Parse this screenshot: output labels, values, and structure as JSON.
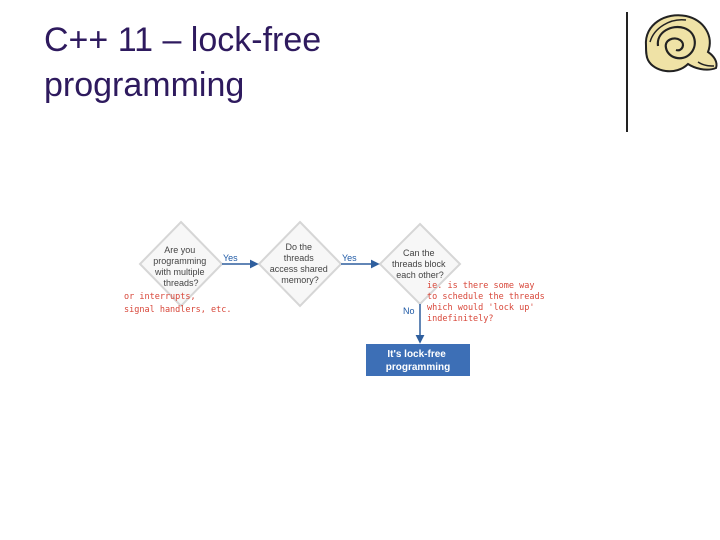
{
  "slide": {
    "title_line1": "C++ 11 – lock-free",
    "title_line2": "programming"
  },
  "logo": {
    "icon": "snail-shell-icon"
  },
  "flowchart": {
    "node1": {
      "lines": [
        "Are you",
        "programming",
        "with multiple",
        "threads?"
      ]
    },
    "node2": {
      "lines": [
        "Do the",
        "threads",
        "access shared",
        "memory?"
      ]
    },
    "node3": {
      "lines": [
        "Can the",
        "threads block",
        "each other?"
      ]
    },
    "edge1_label": "Yes",
    "edge2_label": "Yes",
    "edge3_label": "No",
    "result": {
      "lines": [
        "It's lock-free",
        "programming"
      ]
    },
    "note_left": [
      "or interrupts,",
      "signal handlers, etc."
    ],
    "note_right": [
      "ie. is there some way",
      "to schedule the threads",
      "which would 'lock up'",
      "indefinitely?"
    ]
  },
  "colors": {
    "title": "#2e1a5e",
    "diamond_fill": "#f7f7f7",
    "diamond_stroke": "#d6d6d6",
    "arrow": "#2f5f9e",
    "result_fill": "#3d6fb6",
    "annotation": "#d8473a"
  }
}
